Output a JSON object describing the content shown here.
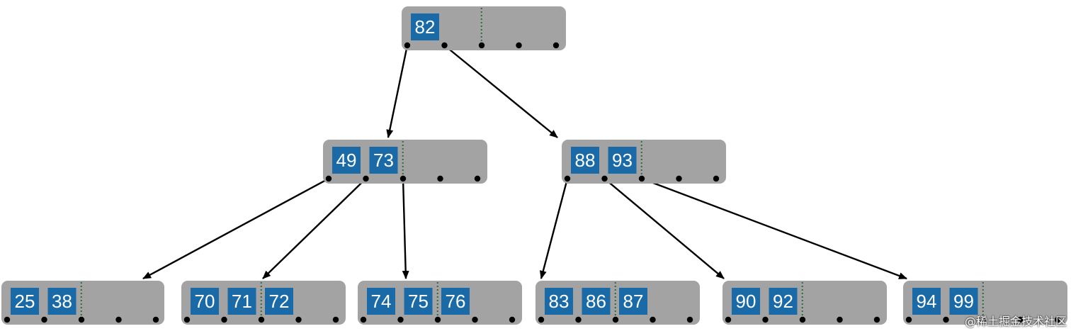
{
  "diagram": {
    "nodes": [
      {
        "id": "root",
        "keys": [
          "82"
        ]
      },
      {
        "id": "mid-left",
        "keys": [
          "49",
          "73"
        ]
      },
      {
        "id": "mid-right",
        "keys": [
          "88",
          "93"
        ]
      },
      {
        "id": "leaf-1",
        "keys": [
          "25",
          "38"
        ]
      },
      {
        "id": "leaf-2",
        "keys": [
          "70",
          "71",
          "72"
        ]
      },
      {
        "id": "leaf-3",
        "keys": [
          "74",
          "75",
          "76"
        ]
      },
      {
        "id": "leaf-4",
        "keys": [
          "83",
          "86",
          "87"
        ]
      },
      {
        "id": "leaf-5",
        "keys": [
          "90",
          "92"
        ]
      },
      {
        "id": "leaf-6",
        "keys": [
          "94",
          "99"
        ]
      }
    ],
    "edges": [
      {
        "from": "root",
        "pointer": 0,
        "to": "mid-left"
      },
      {
        "from": "root",
        "pointer": 1,
        "to": "mid-right"
      },
      {
        "from": "mid-left",
        "pointer": 0,
        "to": "leaf-1"
      },
      {
        "from": "mid-left",
        "pointer": 1,
        "to": "leaf-2"
      },
      {
        "from": "mid-left",
        "pointer": 2,
        "to": "leaf-3"
      },
      {
        "from": "mid-right",
        "pointer": 0,
        "to": "leaf-4"
      },
      {
        "from": "mid-right",
        "pointer": 1,
        "to": "leaf-5"
      },
      {
        "from": "mid-right",
        "pointer": 2,
        "to": "leaf-6"
      }
    ],
    "colors": {
      "node_background": "#a3a3a3",
      "key_box": "#1a6aa8",
      "key_text": "#ffffff",
      "divider": "#2d6b3c",
      "edge": "#000000"
    }
  },
  "watermark": "@稀土掘金技术社区"
}
